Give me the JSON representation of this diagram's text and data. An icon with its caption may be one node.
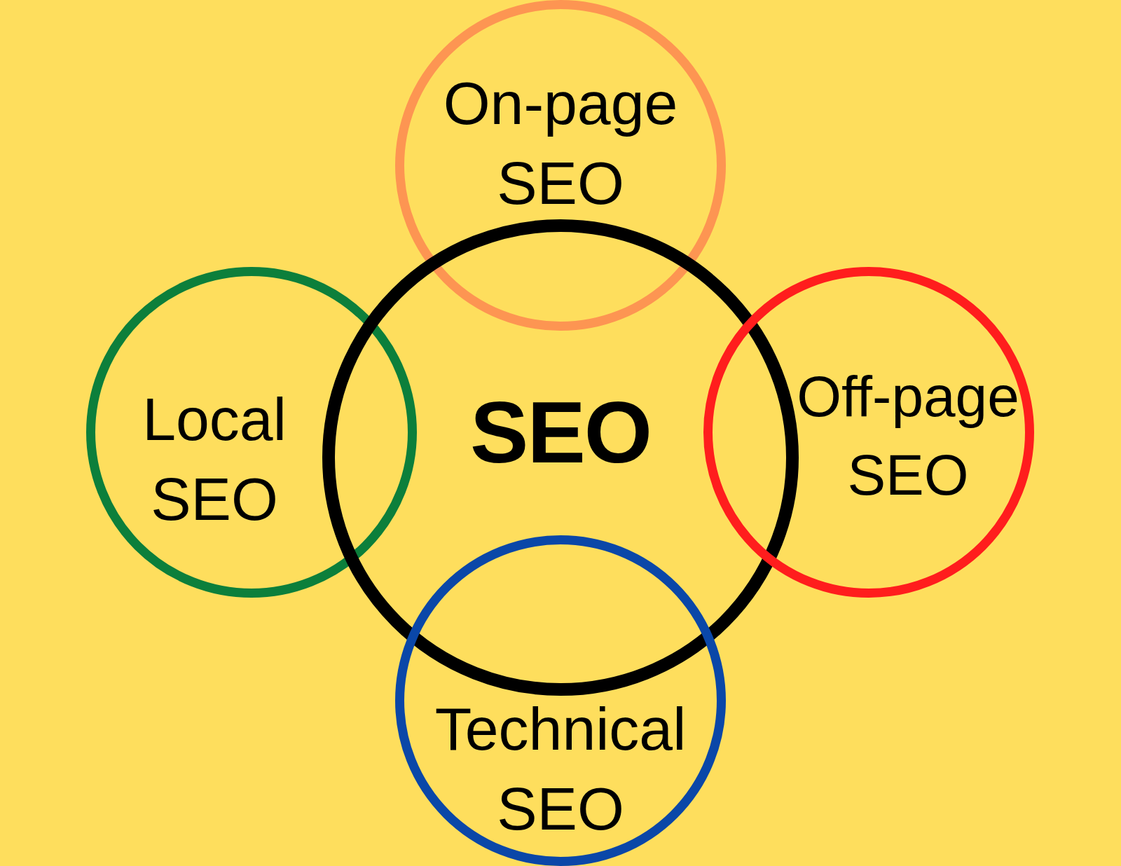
{
  "diagram": {
    "nodes": [
      {
        "text": [
          "On-page SEO"
        ]
      },
      {
        "text": [
          "Local SEO"
        ]
      },
      {
        "text": [
          "SEO"
        ]
      },
      {
        "text": [
          "Off-page SEO"
        ]
      },
      {
        "text": [
          "Technical SEO"
        ]
      }
    ]
  }
}
